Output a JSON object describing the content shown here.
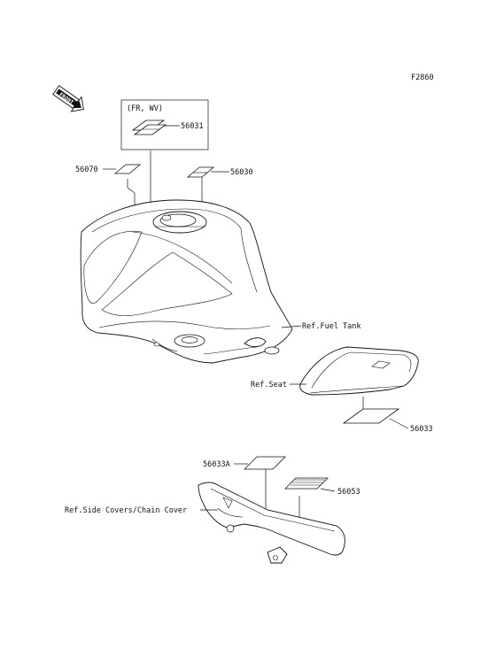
{
  "figure_code": "F2860",
  "front_arrow_label": "FRONT",
  "variant_note": "(FR, WV)",
  "parts": {
    "p56031": "56031",
    "p56070": "56070",
    "p56030": "56030",
    "p56033": "56033",
    "p56033A": "56033A",
    "p56053": "56053"
  },
  "references": {
    "fuel_tank": "Ref.Fuel Tank",
    "seat": "Ref.Seat",
    "side_covers": "Ref.Side Covers/Chain Cover"
  }
}
